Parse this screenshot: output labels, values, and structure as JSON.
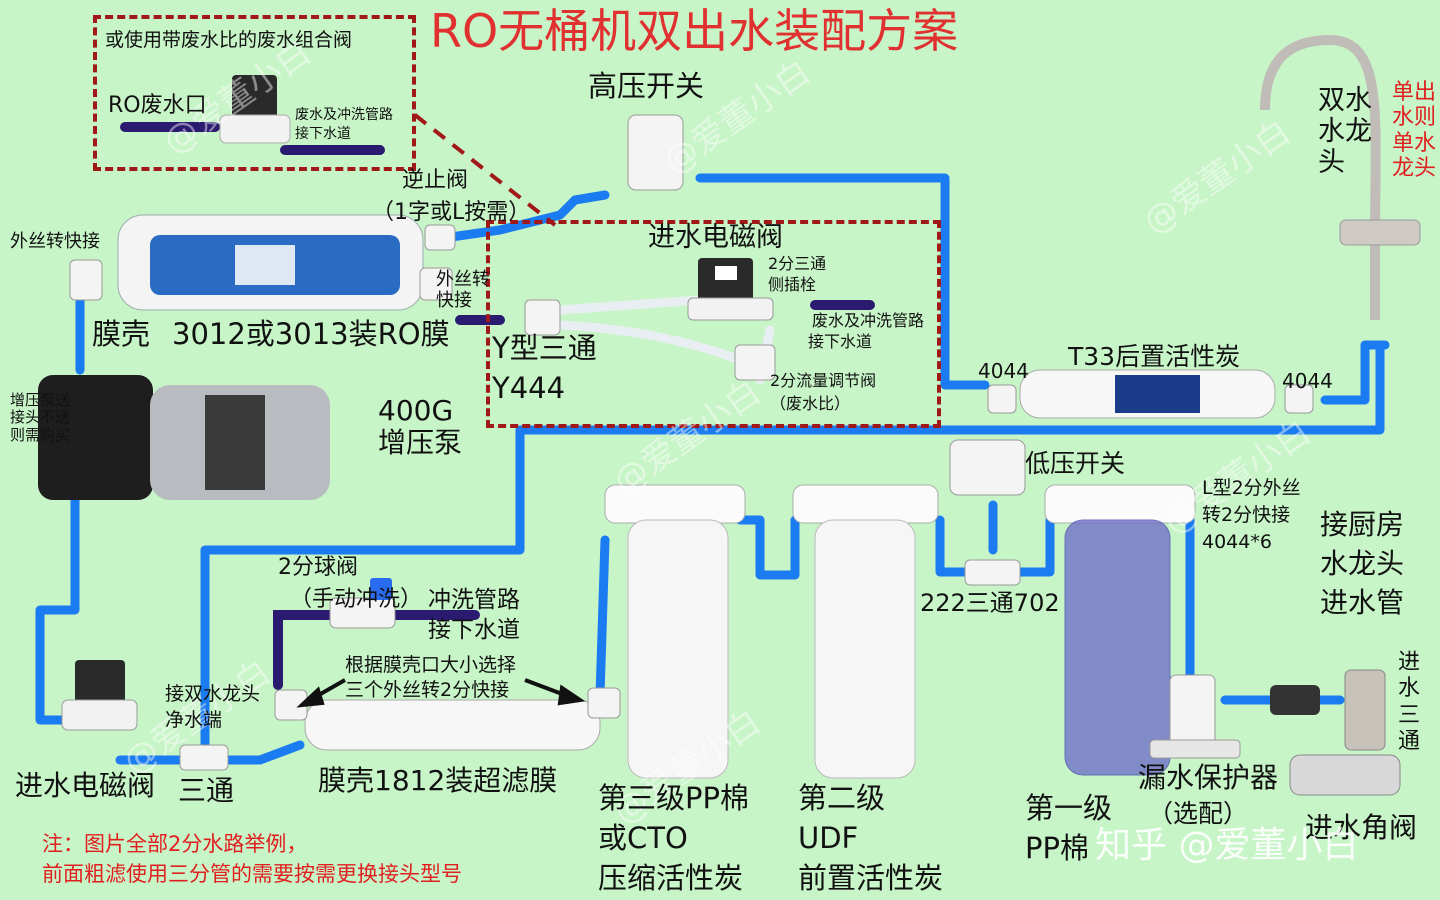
{
  "title": "RO无桶机双出水装配方案",
  "colors": {
    "background": "#c8f5c8",
    "pipe": "#1a7cf0",
    "drain_pipe": "#2a1a70",
    "dashed_box": "#a01818",
    "title": "#e03030",
    "note": "#e02020"
  },
  "labels": {
    "combo_valve": "或使用带废水比的废水组合阀",
    "ro_drain": "RO废水口",
    "drain_flush_1": "废水及冲洗管路",
    "drain_flush_1b": "接下水道",
    "check_valve": "逆止阀",
    "check_valve_note": "（1字或L按需）",
    "high_pressure_switch": "高压开关",
    "faucet_dual": "双水水龙头",
    "faucet_note": "单出水则单水龙头",
    "outer_thread_quick_1": "外丝转快接",
    "membrane_housing": "膜壳",
    "ro_membrane": "3012或3013装RO膜",
    "outer_thread_quick_2": "外丝转快接",
    "inlet_solenoid_top": "进水电磁阀",
    "tee_2fen": "2分三通",
    "side_plug": "侧插栓",
    "drain_flush_2": "废水及冲洗管路",
    "drain_flush_2b": "接下水道",
    "y_tee": "Y型三通",
    "y444": "Y444",
    "flow_valve": "2分流量调节阀",
    "flow_valve_note": "（废水比）",
    "fitting_4044_a": "4044",
    "t33": "T33后置活性炭",
    "fitting_4044_b": "4044",
    "booster_note": "增压泵送接头不送则需购买",
    "booster_pump": "400G增压泵",
    "low_pressure_switch": "低压开关",
    "l_fitting": "L型2分外丝",
    "l_fitting_b": "转2分快接",
    "l_fitting_c": "4044*6",
    "kitchen_faucet": "接厨房水龙头进水管",
    "ball_valve": "2分球阀",
    "ball_valve_note": "（手动冲洗）",
    "flush_pipe": "冲洗管路",
    "flush_pipe_b": "接下水道",
    "choose_by_port": "根据膜壳口大小选择",
    "three_fittings": "三个外丝转2分快接",
    "dual_faucet_pure": "接双水龙头",
    "dual_faucet_pure_b": "净水端",
    "tee_222": "222三通702",
    "leak_protector": "漏水保护器",
    "leak_optional": "（选配）",
    "inlet_tee_vert": "进水三通",
    "inlet_solenoid_bottom": "进水电磁阀",
    "tee_bottom": "三通",
    "uf_membrane": "膜壳1812装超滤膜",
    "stage3_a": "第三级PP棉",
    "stage3_b": "或CTO",
    "stage3_c": "压缩活性炭",
    "stage2_a": "第二级",
    "stage2_b": "UDF",
    "stage2_c": "前置活性炭",
    "stage1_a": "第一级",
    "stage1_b": "PP棉",
    "inlet_angle_valve": "进水角阀",
    "note_a": "注：图片全部2分水路举例，",
    "note_b": "前面粗滤使用三分管的需要按需更换接头型号",
    "watermark": "知乎 @爱董小白",
    "wm_small": "@爱董小白"
  }
}
